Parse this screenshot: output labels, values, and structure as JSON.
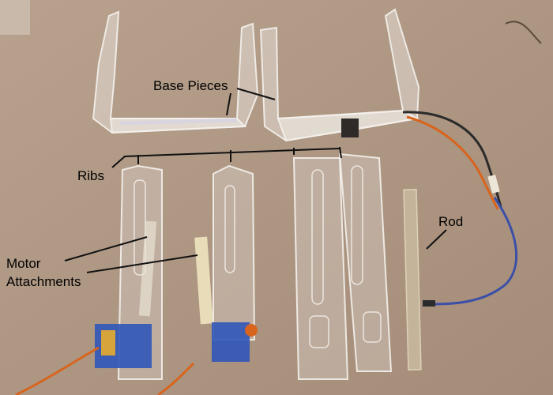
{
  "labels": {
    "base_pieces": "Base Pieces",
    "ribs": "Ribs",
    "rod": "Rod",
    "motor_attachments_line1": "Motor",
    "motor_attachments_line2": "Attachments"
  },
  "colors": {
    "background": "#b09a86",
    "acrylic": "#e3ddd6",
    "label_text": "#000000",
    "wire_black": "#2b2b2b",
    "wire_orange": "#d8641d",
    "wire_blue": "#3b4fa8",
    "servo_blue": "#2f56b8"
  }
}
